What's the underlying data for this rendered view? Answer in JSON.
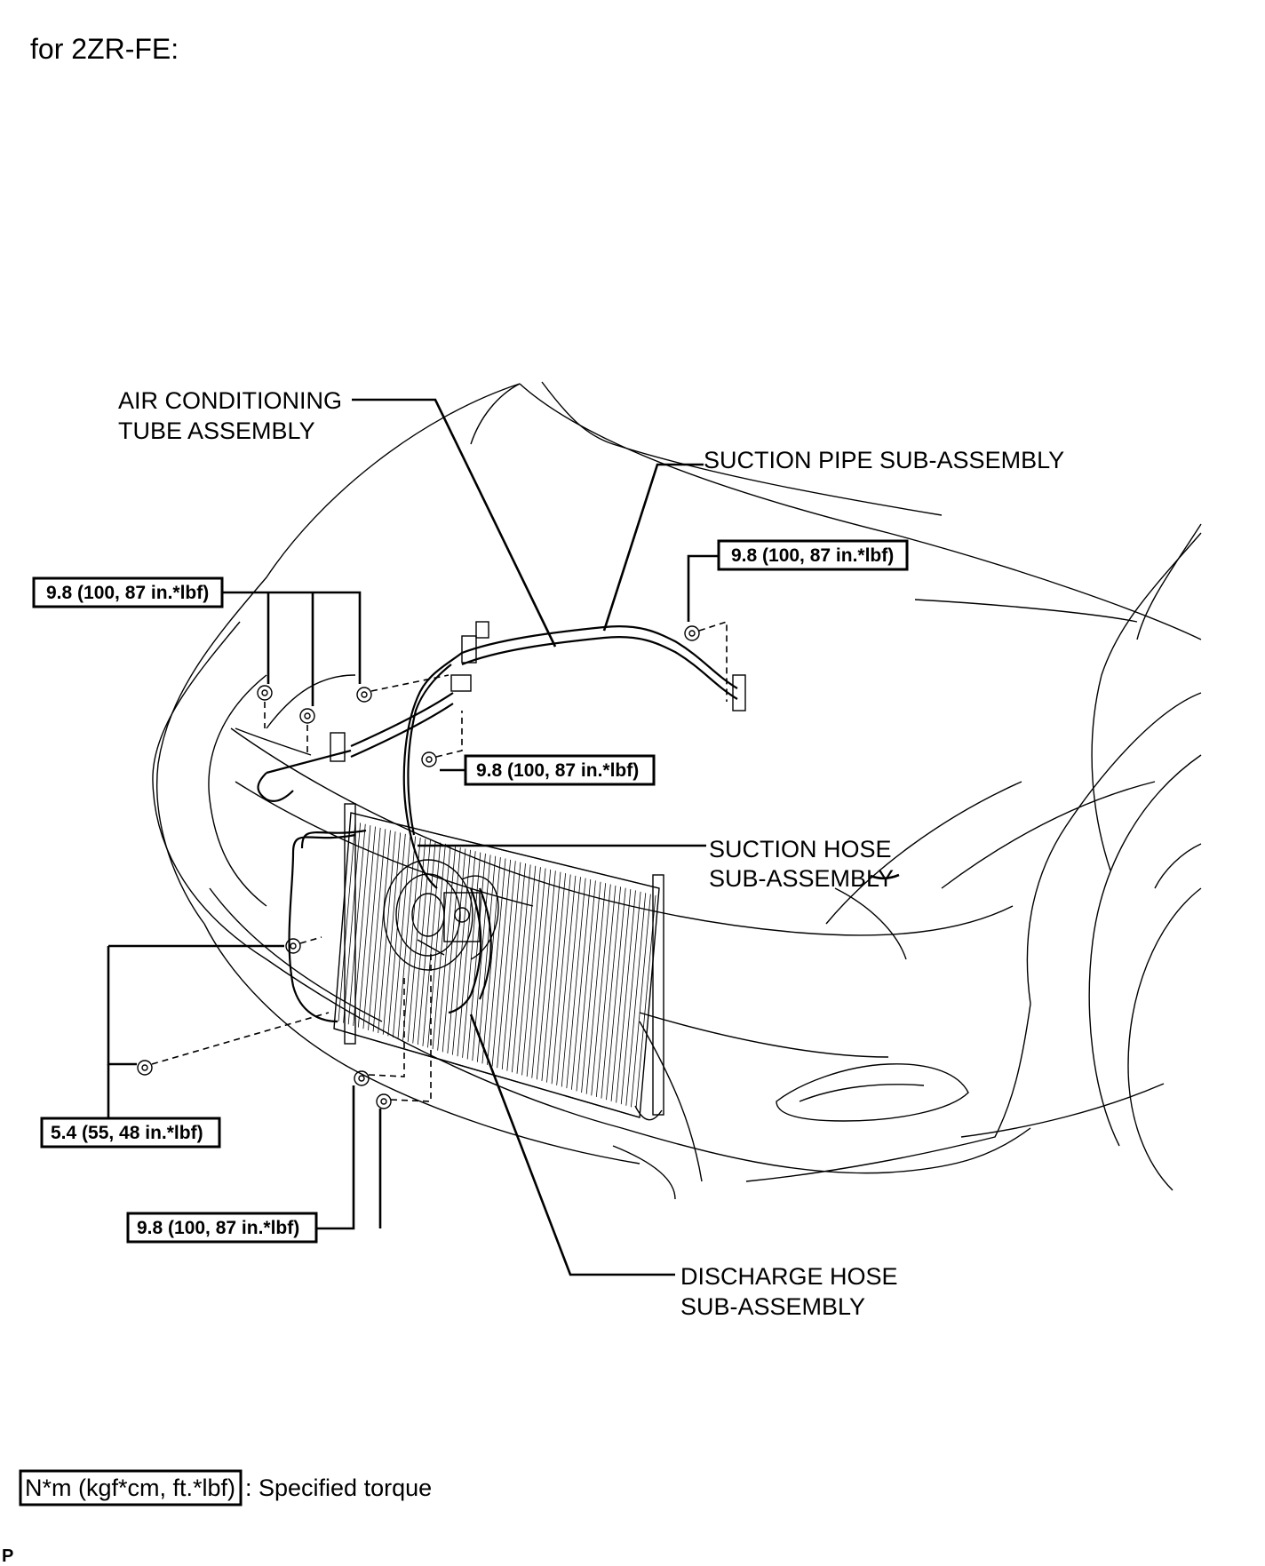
{
  "header": {
    "engine_label": "for 2ZR-FE:"
  },
  "labels": {
    "ac_tube": [
      "AIR CONDITIONING",
      "TUBE ASSEMBLY"
    ],
    "suction_pipe": "SUCTION PIPE SUB-ASSEMBLY",
    "suction_hose": [
      "SUCTION HOSE",
      "SUB-ASSEMBLY"
    ],
    "discharge_hose": [
      "DISCHARGE HOSE",
      "SUB-ASSEMBLY"
    ]
  },
  "torques": {
    "upper_left": "9.8 (100, 87 in.*lbf)",
    "upper_right": "9.8 (100, 87 in.*lbf)",
    "middle": "9.8 (100, 87 in.*lbf)",
    "lower_left": "5.4 (55, 48 in.*lbf)",
    "bottom": "9.8 (100, 87 in.*lbf)"
  },
  "legend": {
    "unit_box": "N*m (kgf*cm, ft.*lbf)",
    "text": ": Specified torque"
  },
  "footer": {
    "code": "P"
  }
}
